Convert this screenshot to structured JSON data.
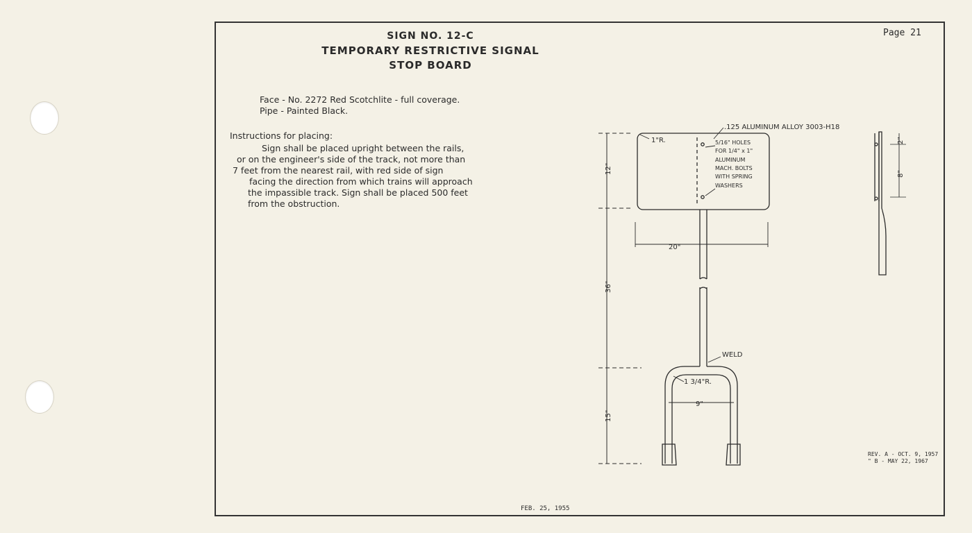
{
  "title": {
    "line1": "SIGN NO. 12-C",
    "line2": "TEMPORARY RESTRICTIVE SIGNAL",
    "line3": "STOP BOARD"
  },
  "page_number": "Page 21",
  "specs": [
    "Face - No. 2272 Red Scotchlite - full coverage.",
    "Pipe - Painted Black."
  ],
  "instructions": {
    "heading": "Instructions for placing:",
    "lines": [
      "Sign shall be placed upright between the rails,",
      "or on the engineer's side of the track, not more than",
      "7 feet from the nearest rail, with red side of sign",
      "facing the direction from which trains will approach",
      "the impassible track. Sign shall be placed 500 feet",
      "from the obstruction."
    ]
  },
  "drawing": {
    "material": ".125 ALUMINUM ALLOY 3003-H18",
    "corner_radius": "1\"R.",
    "holes_note": [
      "5/16\" HOLES",
      "FOR 1/4\" x 1\"",
      "ALUMINUM",
      "MACH. BOLTS",
      "WITH SPRING",
      "WASHERS"
    ],
    "dim_width": "20\"",
    "dim_height_board": "12\"",
    "dim_pipe": "36\"",
    "dim_legs": "15\"",
    "dim_leg_spacing": "9\"",
    "bend_radius": "1 3/4\"R.",
    "weld": "WELD",
    "side_dim_top": "2\"",
    "side_dim_holes": "8\""
  },
  "revisions": [
    "REV. A - OCT. 9, 1957",
    "\" B - MAY 22, 1967"
  ],
  "date": "FEB. 25, 1955"
}
